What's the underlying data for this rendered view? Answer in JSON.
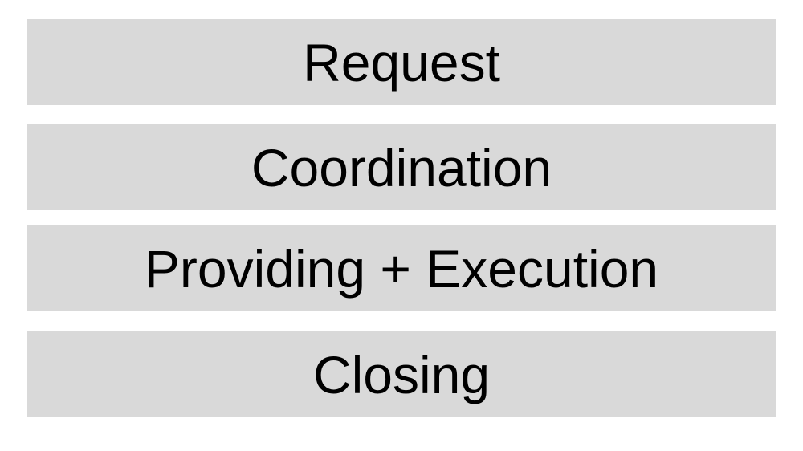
{
  "colors": {
    "background": "#ffffff",
    "layer_fill": "#d9d9d9",
    "text": "#000000"
  },
  "layers": [
    {
      "label": "Request"
    },
    {
      "label": "Coordination"
    },
    {
      "label": "Providing + Execution"
    },
    {
      "label": "Closing"
    }
  ]
}
